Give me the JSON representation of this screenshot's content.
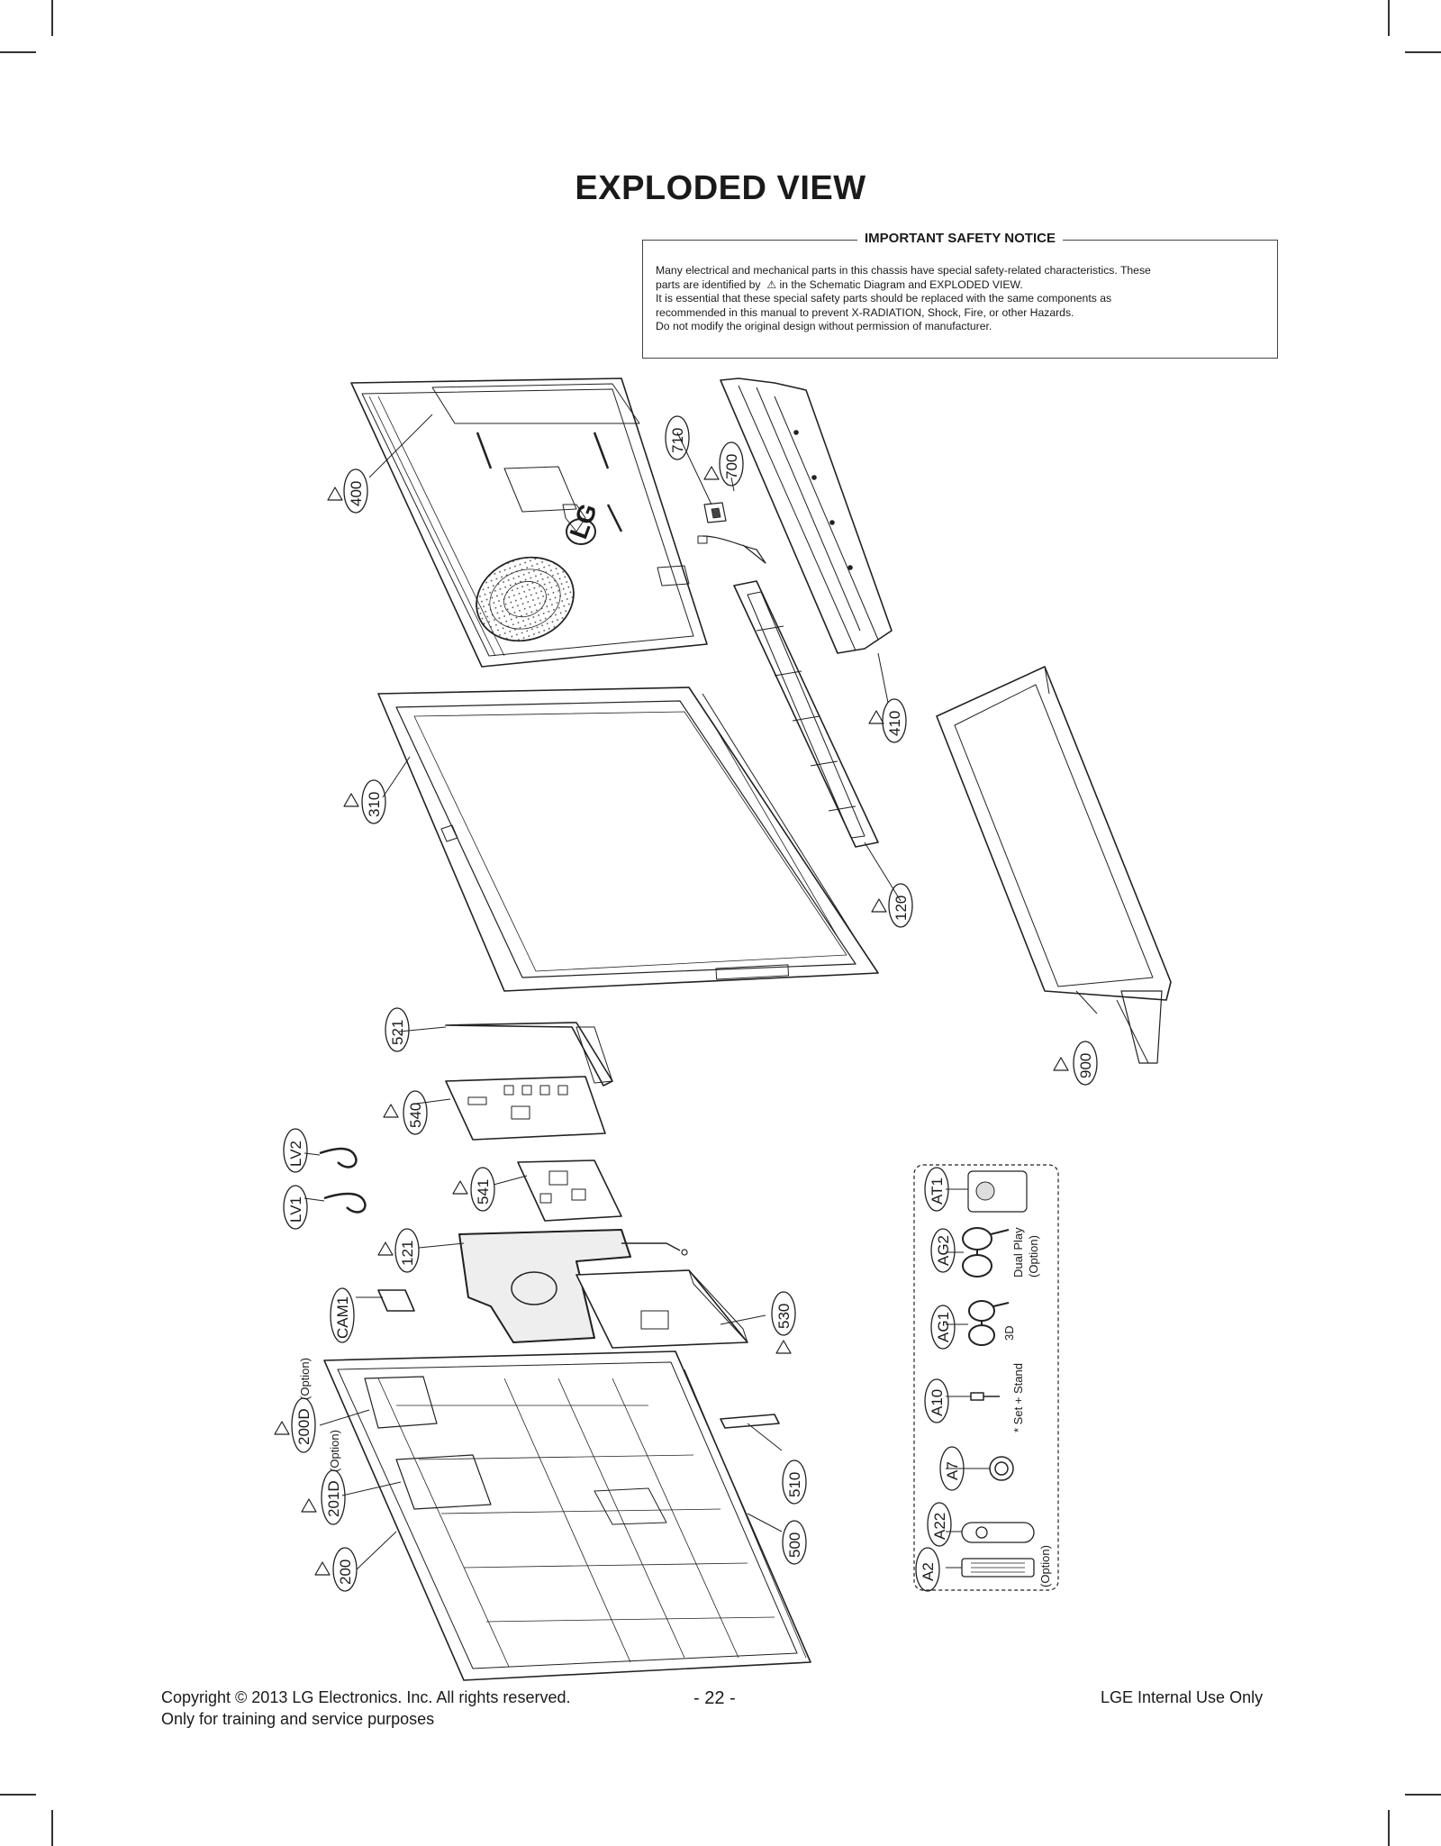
{
  "page": {
    "title": "EXPLODED VIEW",
    "page_number": "- 22 -",
    "copyright": "Copyright  © 2013 LG Electronics. Inc. All rights reserved.",
    "purpose": "Only for training and service purposes",
    "internal": "LGE Internal Use Only"
  },
  "notice": {
    "title": "IMPORTANT SAFETY NOTICE",
    "line1": "Many electrical and mechanical parts in this chassis have special safety-related characteristics. These",
    "line2a": "parts are identified by",
    "line2b": "in the Schematic Diagram and EXPLODED VIEW.",
    "line3": "It is essential that these special safety parts should be replaced with the same components as",
    "line4": "recommended in this manual to prevent X-RADIATION, Shock, Fire, or other Hazards.",
    "line5": "Do not modify the original design without permission of manufacturer."
  },
  "parts": {
    "p400": "400",
    "p710": "710",
    "p700": "700",
    "p410": "410",
    "p310": "310",
    "p120": "120",
    "p900": "900",
    "p521": "521",
    "p540": "540",
    "p541": "541",
    "pLV2": "LV2",
    "pLV1": "LV1",
    "p121": "121",
    "p530": "530",
    "pCAM1": "CAM1",
    "p200D": "200D",
    "p201D": "201D",
    "p200": "200",
    "p510": "510",
    "p500": "500"
  },
  "labels": {
    "option": "(Option)"
  },
  "accessories": {
    "AT1": "AT1",
    "AG2": "AG2",
    "AG1": "AG1",
    "A10": "A10",
    "A7": "A7",
    "A22": "A22",
    "A2": "A2",
    "dual_play": "Dual Play",
    "dual_option": "(Option)",
    "three_d": "3D",
    "set_stand": "* Set + Stand",
    "remote_option": "(Option)"
  }
}
